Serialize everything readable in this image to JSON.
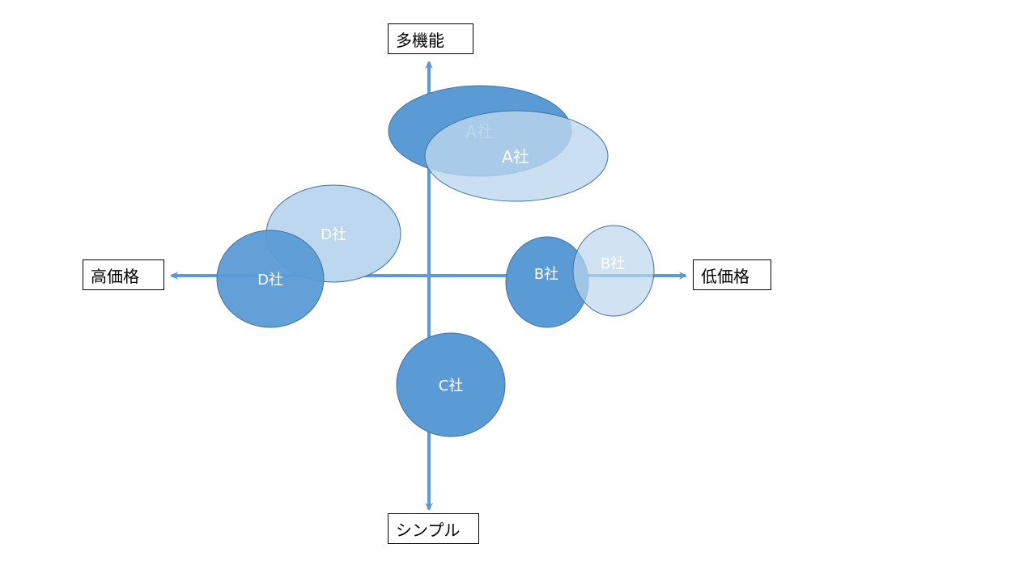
{
  "axes": {
    "top": "多機能",
    "bottom": "シンプル",
    "left": "高価格",
    "right": "低価格"
  },
  "bubbles": [
    {
      "id": "a-dark",
      "label": "A社",
      "style": "dark"
    },
    {
      "id": "a-light",
      "label": "A社",
      "style": "light"
    },
    {
      "id": "d-light",
      "label": "D社",
      "style": "light"
    },
    {
      "id": "d-dark",
      "label": "D社",
      "style": "dark"
    },
    {
      "id": "b-dark",
      "label": "B社",
      "style": "dark"
    },
    {
      "id": "b-light",
      "label": "B社",
      "style": "light"
    },
    {
      "id": "c-dark",
      "label": "C社",
      "style": "dark"
    }
  ],
  "colors": {
    "axis": "#5b9bd5",
    "bubble_dark": "#5b9bd5",
    "bubble_light": "#bdd7ee",
    "bubble_stroke": "#41719c",
    "label_on_dark": "#ffffff",
    "label_dark_bubble_a": "#bdd7ee",
    "label_light_bubble_a": "#ffffff"
  }
}
